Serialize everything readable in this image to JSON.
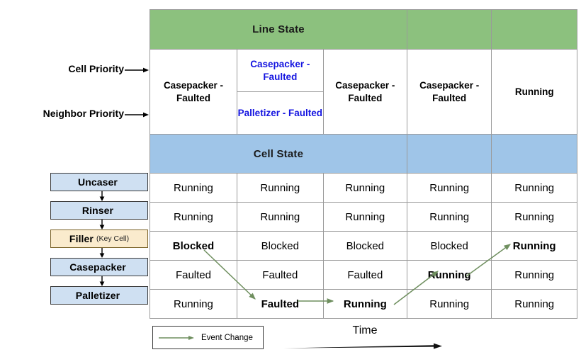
{
  "annotations": {
    "cell_priority": "Cell Priority",
    "neighbor_priority": "Neighbor Priority"
  },
  "process_chain": {
    "boxes": [
      {
        "label": "Uncaser",
        "sub": "",
        "key": false
      },
      {
        "label": "Rinser",
        "sub": "",
        "key": false
      },
      {
        "label": "Filler",
        "sub": "(Key Cell)",
        "key": true
      },
      {
        "label": "Casepacker",
        "sub": "",
        "key": false
      },
      {
        "label": "Palletizer",
        "sub": "",
        "key": false
      }
    ]
  },
  "table": {
    "line_state_header": "Line State",
    "cell_state_header": "Cell State",
    "priority_row": [
      {
        "type": "single",
        "text": "Casepacker - Faulted",
        "color": "#000000"
      },
      {
        "type": "split",
        "top": "Casepacker - Faulted",
        "bottom": "Palletizer - Faulted",
        "color": "#1414e0"
      },
      {
        "type": "single",
        "text": "Casepacker - Faulted",
        "color": "#000000"
      },
      {
        "type": "single",
        "text": "Casepacker - Faulted",
        "color": "#000000"
      },
      {
        "type": "single",
        "text": "Running",
        "color": "#000000"
      }
    ],
    "rows": [
      {
        "name": "Uncaser",
        "cells": [
          {
            "text": "Running",
            "bold": false
          },
          {
            "text": "Running",
            "bold": false
          },
          {
            "text": "Running",
            "bold": false
          },
          {
            "text": "Running",
            "bold": false
          },
          {
            "text": "Running",
            "bold": false
          }
        ]
      },
      {
        "name": "Rinser",
        "cells": [
          {
            "text": "Running",
            "bold": false
          },
          {
            "text": "Running",
            "bold": false
          },
          {
            "text": "Running",
            "bold": false
          },
          {
            "text": "Running",
            "bold": false
          },
          {
            "text": "Running",
            "bold": false
          }
        ]
      },
      {
        "name": "Filler",
        "cells": [
          {
            "text": "Blocked",
            "bold": true
          },
          {
            "text": "Blocked",
            "bold": false
          },
          {
            "text": "Blocked",
            "bold": false
          },
          {
            "text": "Blocked",
            "bold": false
          },
          {
            "text": "Running",
            "bold": true
          }
        ]
      },
      {
        "name": "Casepacker",
        "cells": [
          {
            "text": "Faulted",
            "bold": false
          },
          {
            "text": "Faulted",
            "bold": false
          },
          {
            "text": "Faulted",
            "bold": false
          },
          {
            "text": "Running",
            "bold": true
          },
          {
            "text": "Running",
            "bold": false
          }
        ]
      },
      {
        "name": "Palletizer",
        "cells": [
          {
            "text": "Running",
            "bold": false
          },
          {
            "text": "Faulted",
            "bold": true
          },
          {
            "text": "Running",
            "bold": true
          },
          {
            "text": "Running",
            "bold": false
          },
          {
            "text": "Running",
            "bold": false
          }
        ]
      }
    ]
  },
  "legend": {
    "label": "Event Change"
  },
  "time_axis": {
    "label": "Time"
  },
  "colors": {
    "line_state_band": "#8cc17e",
    "cell_state_band": "#9fc5e8",
    "event_arrow": "#6f8f5f",
    "priority_highlight": "#1414e0",
    "chain_box": "#cfe0f2",
    "key_cell_box": "#faebcd",
    "grid_line": "#9a9a9a"
  }
}
